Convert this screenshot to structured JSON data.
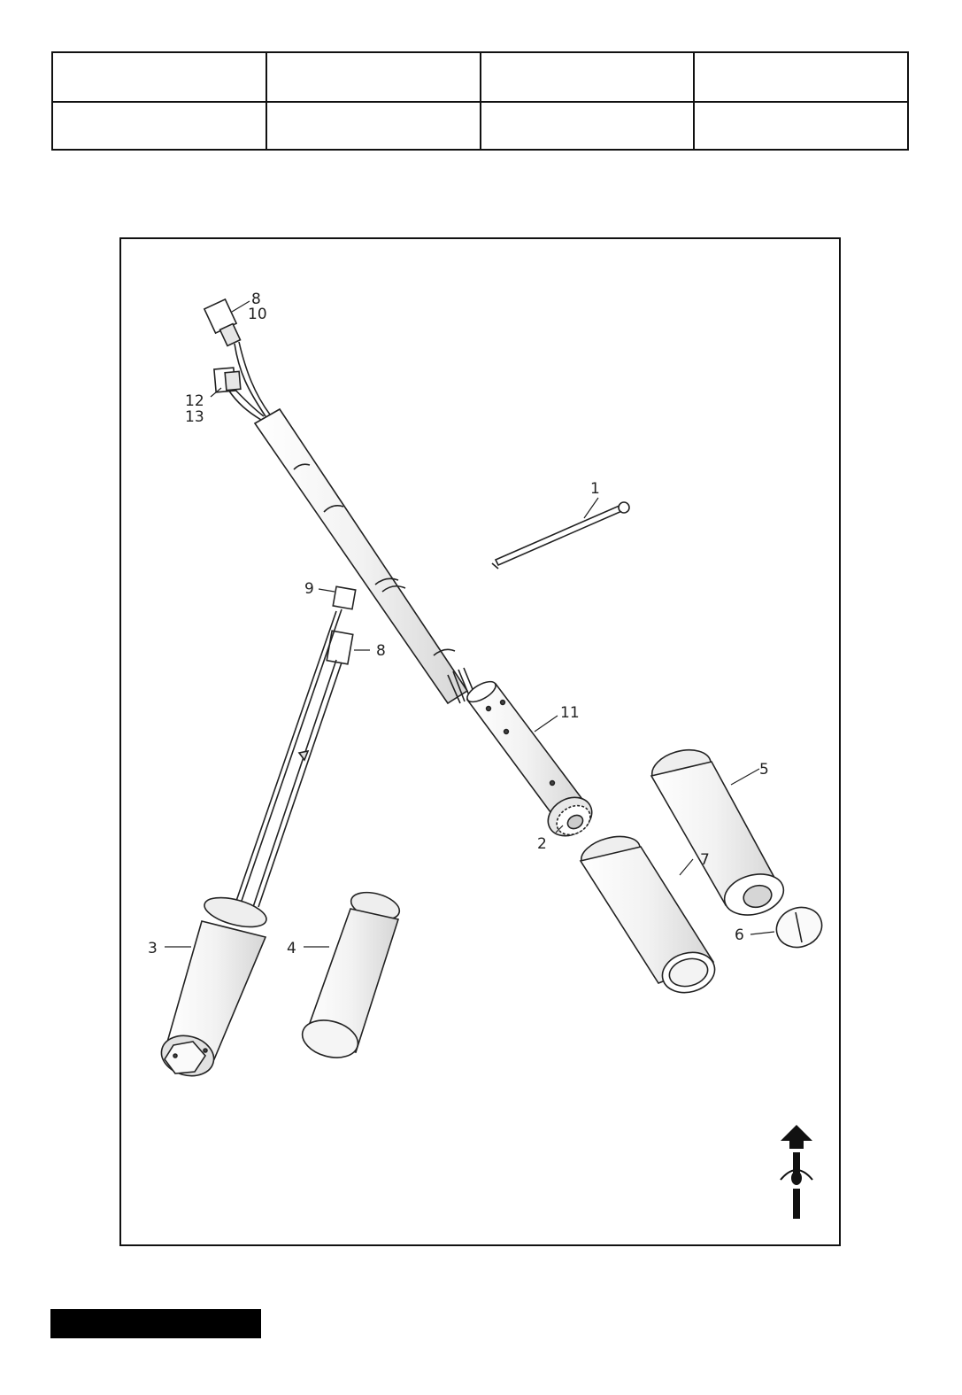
{
  "header_table": {
    "rows": [
      [
        "",
        "",
        "",
        ""
      ],
      [
        "",
        "",
        "",
        ""
      ]
    ]
  },
  "diagram": {
    "callouts": {
      "c1": "1",
      "c2": "2",
      "c3": "3",
      "c4": "4",
      "c5": "5",
      "c6": "6",
      "c7": "7",
      "c8_top": "8",
      "c8_mid": "8",
      "c9": "9",
      "c10": "10",
      "c11": "11",
      "c12": "12",
      "c13": "13"
    },
    "orientation_icon": "front-arrow-rider-icon"
  },
  "footer": {
    "bar_color": "#000000"
  }
}
